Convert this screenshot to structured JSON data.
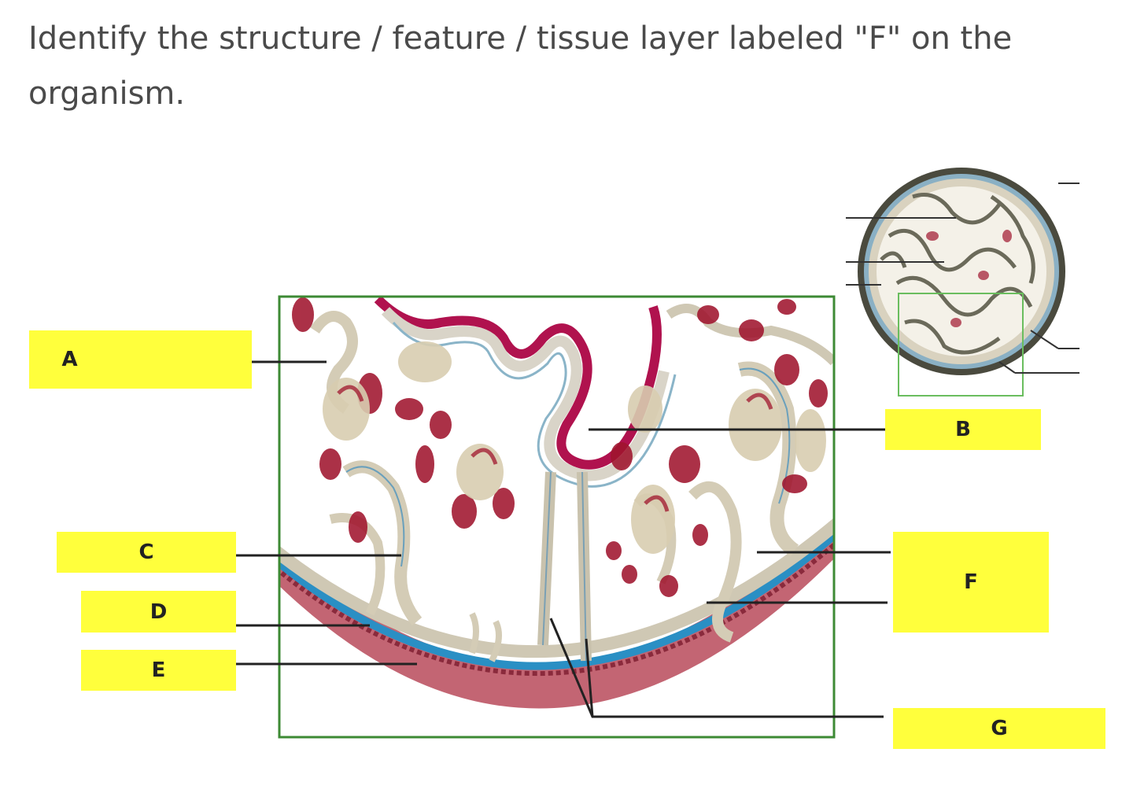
{
  "question": {
    "text": "Identify the structure / feature / tissue layer labeled \"F\"  on the organism."
  },
  "labels": {
    "a": "A",
    "b": "B",
    "c": "C",
    "d": "D",
    "e": "E",
    "f": "F",
    "g": "G"
  },
  "colors": {
    "label_fill": "#ffff3c",
    "frame": "#3d8a34",
    "muscle": "#2a8fc4",
    "stain": "#b0124e"
  }
}
